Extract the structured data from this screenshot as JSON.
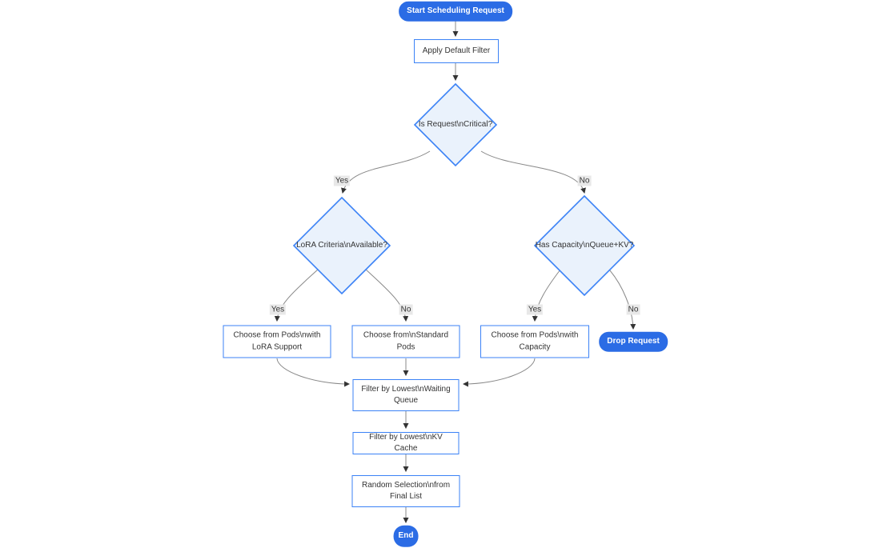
{
  "diagram": {
    "type": "flowchart",
    "nodes": {
      "start": {
        "label": "Start Scheduling Request",
        "shape": "stadium"
      },
      "apply_filter": {
        "label": "Apply Default Filter",
        "shape": "rect"
      },
      "is_critical": {
        "label": "Is Request\\nCritical?",
        "shape": "diamond"
      },
      "lora_criteria": {
        "label": "LoRA Criteria\\nAvailable?",
        "shape": "diamond"
      },
      "has_capacity": {
        "label": "Has Capacity\\nQueue+KV?",
        "shape": "diamond"
      },
      "choose_lora": {
        "label": "Choose from Pods\\nwith LoRA Support",
        "shape": "rect"
      },
      "choose_standard": {
        "label": "Choose from\\nStandard Pods",
        "shape": "rect"
      },
      "choose_capacity": {
        "label": "Choose from Pods\\nwith Capacity",
        "shape": "rect"
      },
      "drop_request": {
        "label": "Drop Request",
        "shape": "stadium"
      },
      "filter_waiting": {
        "label": "Filter by Lowest\\nWaiting Queue",
        "shape": "rect"
      },
      "filter_kv": {
        "label": "Filter by Lowest\\nKV Cache",
        "shape": "rect"
      },
      "random_selection": {
        "label": "Random Selection\\nfrom Final List",
        "shape": "rect"
      },
      "end": {
        "label": "End",
        "shape": "stadium"
      }
    },
    "edge_labels": {
      "yes": "Yes",
      "no": "No"
    },
    "colors": {
      "node_fill": "#ffffff",
      "node_border": "#3b82f6",
      "decision_fill": "#eaf2fc",
      "accent_fill": "#2b6ce5",
      "accent_text": "#ffffff",
      "edge": "#888888",
      "arrowhead": "#333333",
      "text": "#333333",
      "edge_label_bg": "#e8e8e8"
    }
  }
}
